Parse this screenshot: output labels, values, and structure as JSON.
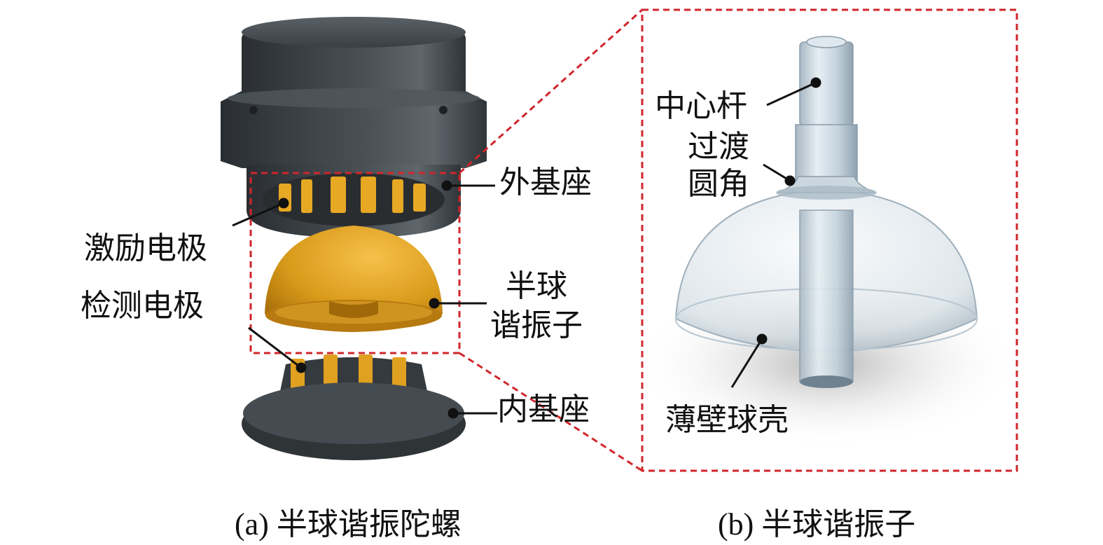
{
  "panel_a": {
    "labels": {
      "outer_base": "外基座",
      "excitation_electrode": "激励电极",
      "resonator_line1": "半球",
      "resonator_line2": "谐振子",
      "detection_electrode": "检测电极",
      "inner_base": "内基座"
    },
    "caption": "(a) 半球谐振陀螺"
  },
  "panel_b": {
    "labels": {
      "center_rod": "中心杆",
      "fillet_line1": "过渡",
      "fillet_line2": "圆角",
      "thin_shell": "薄壁球壳"
    },
    "caption": "(b) 半球谐振子"
  },
  "colors": {
    "highlight_box": "#d0262b",
    "housing": "#3c4146",
    "gold": "#d89a1a"
  }
}
